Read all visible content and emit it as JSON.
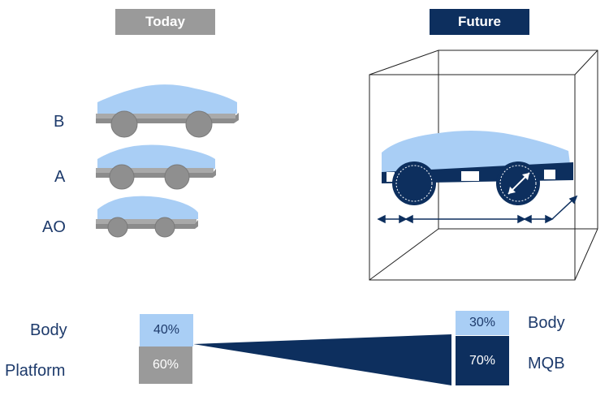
{
  "today": {
    "label": "Today",
    "bg": "#9a9a9a"
  },
  "future": {
    "label": "Future",
    "bg": "#0d2f5e"
  },
  "segments": [
    {
      "label": "B"
    },
    {
      "label": "A"
    },
    {
      "label": "AO"
    }
  ],
  "today_share": {
    "body_label": "Body",
    "platform_label": "Platform",
    "body_value": "40%",
    "platform_value": "60%"
  },
  "future_share": {
    "body_label": "Body",
    "platform_label": "MQB",
    "body_value": "30%",
    "platform_value": "70%"
  },
  "colors": {
    "body_fill": "#a9cef5",
    "platform_grey": "#9a9a9a",
    "navy": "#0d2f5e",
    "label_text": "#1d3a6b"
  }
}
